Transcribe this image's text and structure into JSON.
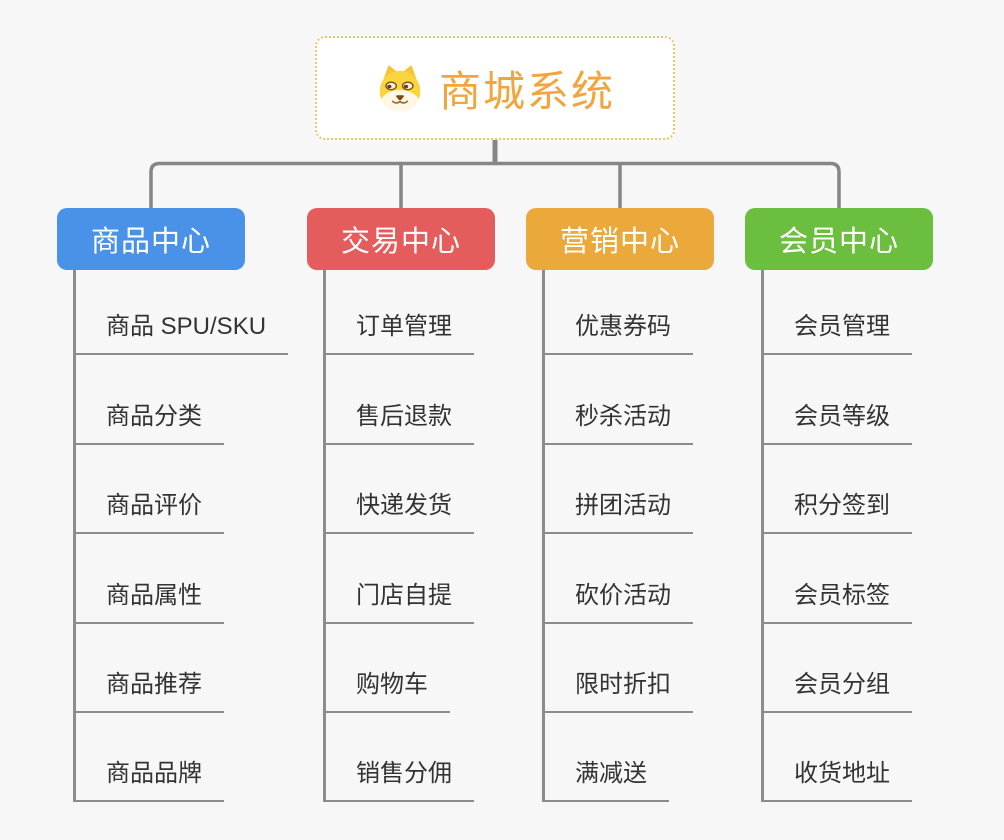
{
  "canvas": {
    "background": "#f7f7f7",
    "connector_color": "#868686",
    "underline_color": "#8c8c8c",
    "leaf_text_color": "#333333"
  },
  "root": {
    "title": "商城系统",
    "icon": "dog-face-icon",
    "text_color": "#f0a63c",
    "border_color": "#f3c363",
    "background": "#ffffff"
  },
  "branches": [
    {
      "label": "商品中心",
      "color": "#4a91e8",
      "children": [
        "商品 SPU/SKU",
        "商品分类",
        "商品评价",
        "商品属性",
        "商品推荐",
        "商品品牌"
      ]
    },
    {
      "label": "交易中心",
      "color": "#e55c5c",
      "children": [
        "订单管理",
        "售后退款",
        "快递发货",
        "门店自提",
        "购物车",
        "销售分佣"
      ]
    },
    {
      "label": "营销中心",
      "color": "#eba93b",
      "children": [
        "优惠券码",
        "秒杀活动",
        "拼团活动",
        "砍价活动",
        "限时折扣",
        "满减送"
      ]
    },
    {
      "label": "会员中心",
      "color": "#6cbe3f",
      "children": [
        "会员管理",
        "会员等级",
        "积分签到",
        "会员标签",
        "会员分组",
        "收货地址"
      ]
    }
  ]
}
